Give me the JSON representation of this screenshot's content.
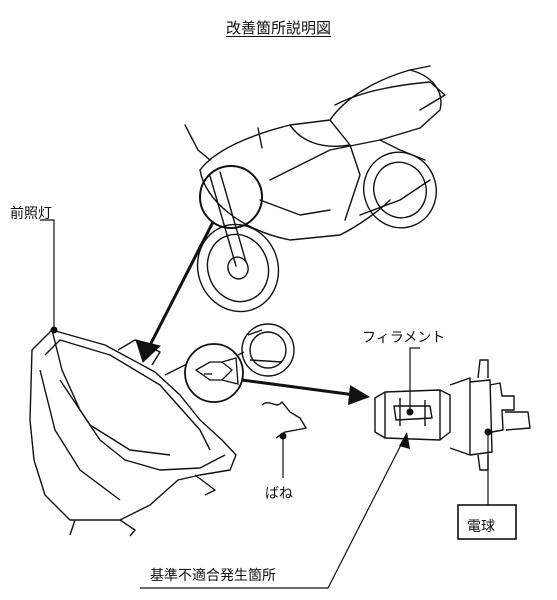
{
  "title": "改善箇所説明図",
  "labels": {
    "headlight": "前照灯",
    "filament": "フィラメント",
    "spring": "ばね",
    "bulb": "電球",
    "defect_location": "基準不適合発生箇所"
  }
}
